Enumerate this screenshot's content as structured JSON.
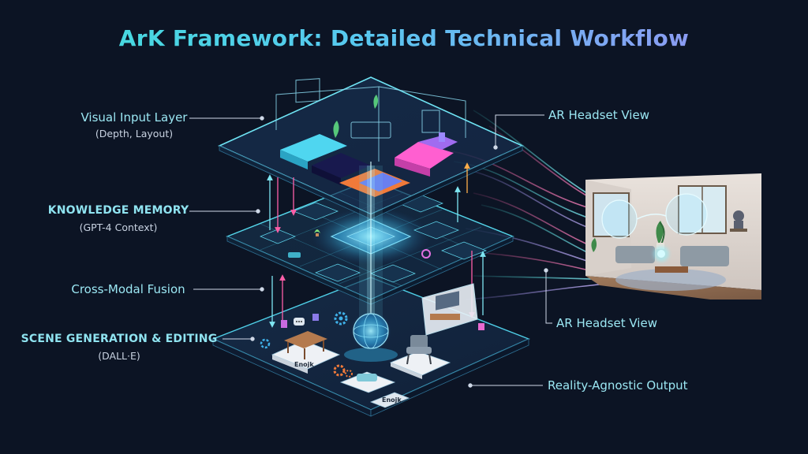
{
  "title": "ArK Framework: Detailed Technical Workflow",
  "left_labels": {
    "visual_input": {
      "main": "Visual Input Layer",
      "sub": "(Depth, Layout)"
    },
    "knowledge_memory": {
      "main": "KNOWLEDGE MEMORY",
      "sub": "(GPT-4 Context)"
    },
    "cross_modal": {
      "main": "Cross-Modal Fusion"
    },
    "scene_generation": {
      "main": "SCENE GENERATION & EDITING",
      "sub": "(DALL·E)"
    }
  },
  "right_labels": {
    "ar_headset_top": "AR Headset View",
    "ar_headset_bottom": "AR Headset View",
    "reality_output": "Reality-Agnostic Output"
  },
  "card_labels": {
    "card_1": "Enojk",
    "card_2": "Enojk"
  },
  "icons": [
    "gear-icon",
    "globe-icon",
    "chat-icon",
    "plant-icon",
    "sofa-icon",
    "chair-icon",
    "table-icon",
    "headset-icon"
  ],
  "colors": {
    "background": "#0c1424",
    "accent_cyan": "#3fe0d8",
    "accent_violet": "#9d8cf4",
    "arrow_pink": "#ff5fa8",
    "arrow_orange": "#ffae4a",
    "line_light": "#cfd9e8"
  }
}
